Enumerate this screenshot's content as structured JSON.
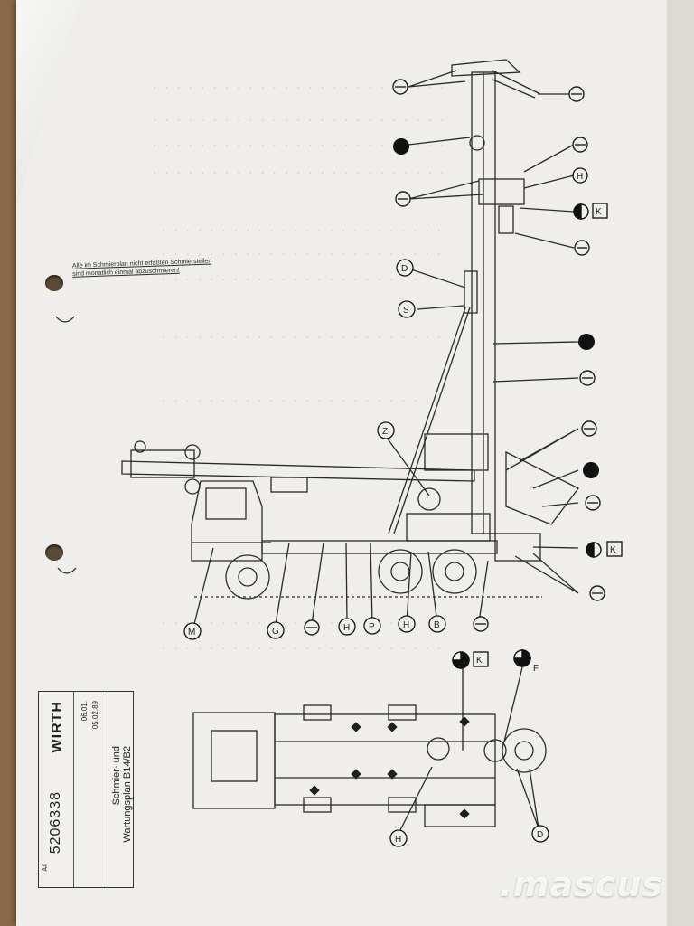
{
  "note": {
    "line1": "Alle im Schmierplan nicht erfaßten Schmierstellen",
    "line2": "sind monatlich einmal abzuschmieren!"
  },
  "title_block": {
    "company": "WIRTH",
    "drawing_number": "5206338",
    "title_line1": "Schmier- und",
    "title_line2": "Wartungsplan B14/B2",
    "format": "A4",
    "date_1": "06.01.",
    "date_2": "05.02.89"
  },
  "labels": {
    "D": "D",
    "S": "S",
    "Z": "Z",
    "H": "H",
    "K": "K",
    "F": "F",
    "M": "M",
    "G": "G",
    "P": "P",
    "B": "B"
  },
  "watermark": ".mascus",
  "colors": {
    "ink": "#222222",
    "paper": "#efeeea"
  }
}
